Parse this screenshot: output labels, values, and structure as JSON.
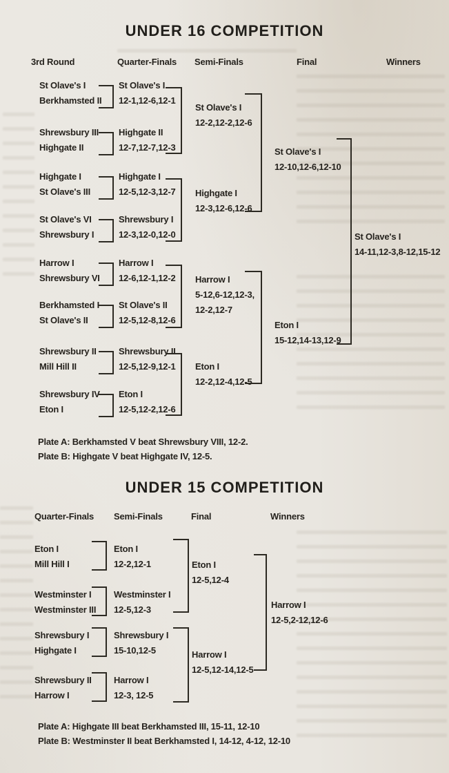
{
  "u16": {
    "title": "UNDER 16 COMPETITION",
    "columns": [
      "3rd Round",
      "Quarter-Finals",
      "Semi-Finals",
      "Final",
      "Winners"
    ],
    "round1": [
      {
        "a": "St Olave's I",
        "b": "Berkhamsted II"
      },
      {
        "a": "Shrewsbury III",
        "b": "Highgate II"
      },
      {
        "a": "Highgate I",
        "b": "St Olave's III"
      },
      {
        "a": "St Olave's VI",
        "b": "Shrewsbury I"
      },
      {
        "a": "Harrow I",
        "b": "Shrewsbury VI"
      },
      {
        "a": "Berkhamsted I",
        "b": "St Olave's II"
      },
      {
        "a": "Shrewsbury II",
        "b": "Mill Hill II"
      },
      {
        "a": "Shrewsbury IV",
        "b": "Eton I"
      }
    ],
    "quarter_finals": [
      {
        "name": "St Olave's I",
        "score": "12-1,12-6,12-1"
      },
      {
        "name": "Highgate II",
        "score": "12-7,12-7,12-3"
      },
      {
        "name": "Highgate I",
        "score": "12-5,12-3,12-7"
      },
      {
        "name": "Shrewsbury I",
        "score": "12-3,12-0,12-0"
      },
      {
        "name": "Harrow I",
        "score": "12-6,12-1,12-2"
      },
      {
        "name": "St Olave's II",
        "score": "12-5,12-8,12-6"
      },
      {
        "name": "Shrewsbury II",
        "score": "12-5,12-9,12-1"
      },
      {
        "name": "Eton I",
        "score": "12-5,12-2,12-6"
      }
    ],
    "semi_finals": [
      {
        "name": "St Olave's I",
        "score": "12-2,12-2,12-6"
      },
      {
        "name": "Highgate I",
        "score": "12-3,12-6,12-6"
      },
      {
        "name": "Harrow I",
        "score": "5-12,6-12,12-3,",
        "score2": "12-2,12-7"
      },
      {
        "name": "Eton I",
        "score": "12-2,12-4,12-5"
      }
    ],
    "final": [
      {
        "name": "St Olave's I",
        "score": "12-10,12-6,12-10"
      },
      {
        "name": "Eton I",
        "score": "15-12,14-13,12-9"
      }
    ],
    "winner": {
      "name": "St Olave's I",
      "score": "14-11,12-3,8-12,15-12"
    },
    "plates": [
      "Plate A: Berkhamsted V beat Shrewsbury VIII, 12-2.",
      "Plate B: Highgate V beat Highgate IV, 12-5."
    ]
  },
  "u15": {
    "title": "UNDER 15 COMPETITION",
    "columns": [
      "Quarter-Finals",
      "Semi-Finals",
      "Final",
      "Winners"
    ],
    "quarter_finals": [
      {
        "a": "Eton I",
        "b": "Mill Hill I"
      },
      {
        "a": "Westminster I",
        "b": "Westminster III"
      },
      {
        "a": "Shrewsbury I",
        "b": "Highgate I"
      },
      {
        "a": "Shrewsbury II",
        "b": "Harrow I"
      }
    ],
    "semi_finals": [
      {
        "name": "Eton I",
        "score": "12-2,12-1"
      },
      {
        "name": "Westminster I",
        "score": "12-5,12-3"
      },
      {
        "name": "Shrewsbury I",
        "score": "15-10,12-5"
      },
      {
        "name": "Harrow I",
        "score": "12-3, 12-5"
      }
    ],
    "final": [
      {
        "name": "Eton I",
        "score": "12-5,12-4"
      },
      {
        "name": "Harrow I",
        "score": "12-5,12-14,12-5"
      }
    ],
    "winner": {
      "name": "Harrow I",
      "score": "12-5,2-12,12-6"
    },
    "plates": [
      "Plate A: Highgate III beat Berkhamsted III, 15-11, 12-10",
      "Plate B: Westminster II beat Berkhamsted I, 14-12, 4-12, 12-10"
    ]
  }
}
